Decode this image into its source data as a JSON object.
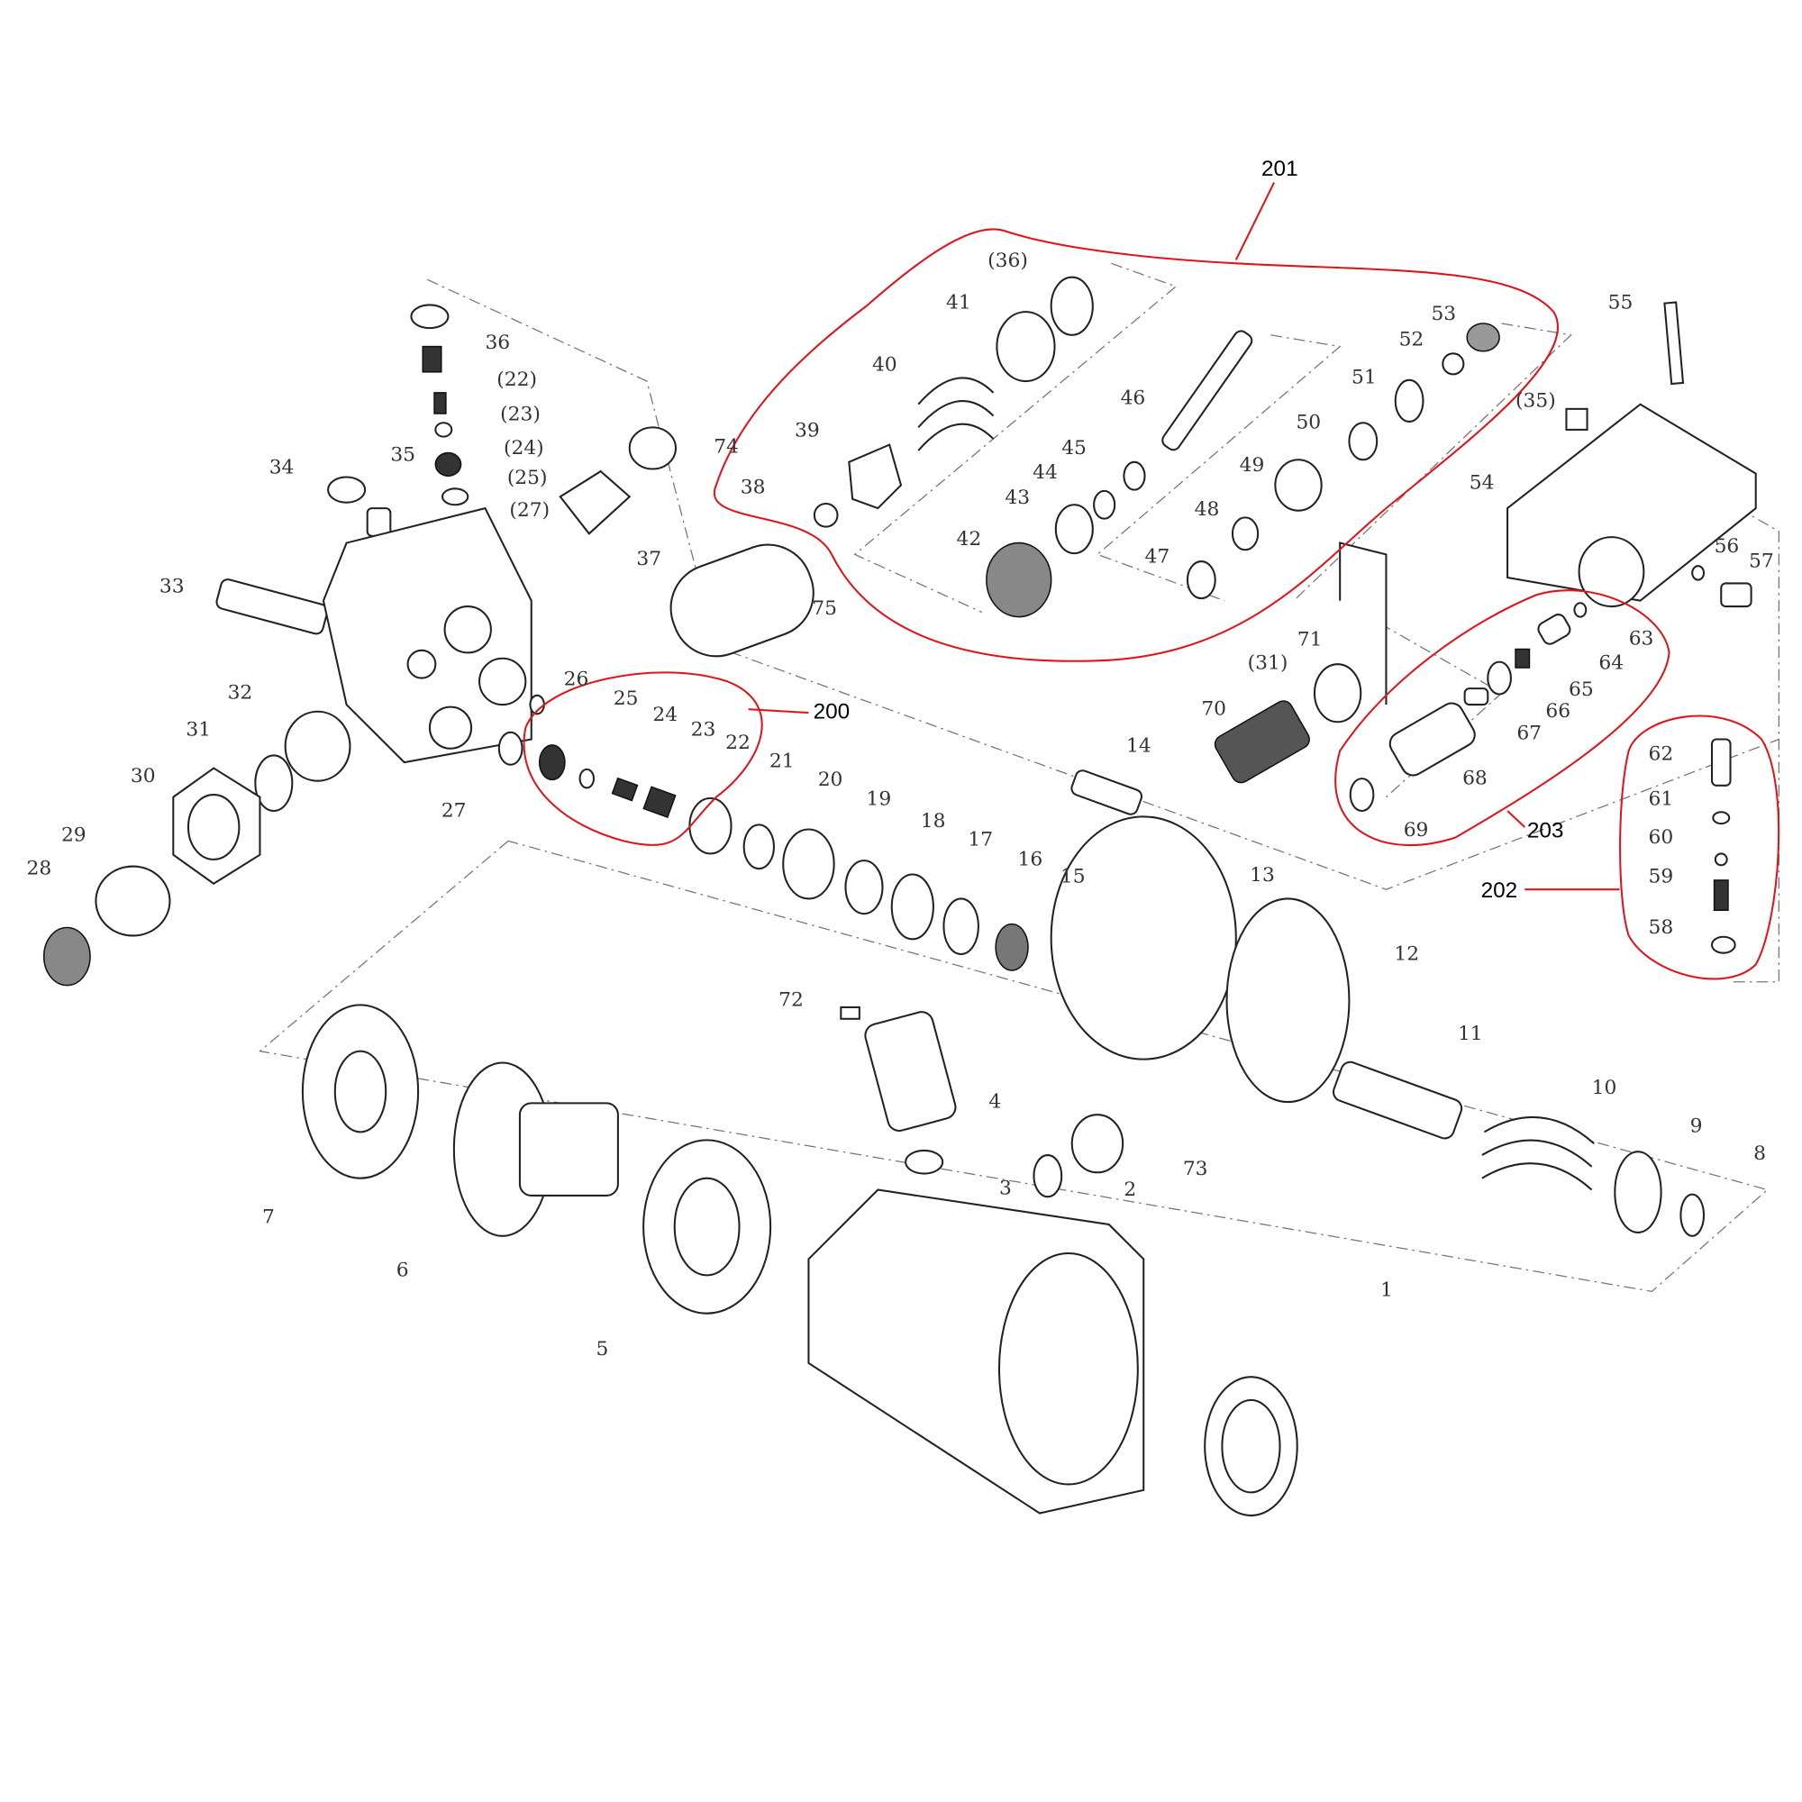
{
  "group_labels": [
    "201",
    "200",
    "203",
    "202"
  ],
  "part_labels": [
    "36",
    "(22)",
    "(23)",
    "(24)",
    "(25)",
    "(27)",
    "34",
    "35",
    "74",
    "37",
    "33",
    "32",
    "31",
    "30",
    "29",
    "28",
    "26",
    "27",
    "25",
    "24",
    "23",
    "22",
    "21",
    "20",
    "19",
    "18",
    "17",
    "16",
    "15",
    "14",
    "13",
    "12",
    "11",
    "10",
    "9",
    "8",
    "7",
    "6",
    "5",
    "4",
    "3",
    "73",
    "2",
    "1",
    "72",
    "75",
    "(36)",
    "41",
    "40",
    "39",
    "38",
    "46",
    "45",
    "44",
    "43",
    "42",
    "53",
    "52",
    "51",
    "50",
    "49",
    "48",
    "47",
    "55",
    "(35)",
    "54",
    "56",
    "57",
    "63",
    "64",
    "65",
    "66",
    "67",
    "68",
    "69",
    "70",
    "71",
    "(31)",
    "62",
    "61",
    "60",
    "59",
    "58"
  ],
  "colors": {
    "group_outline": "#e0151b",
    "line": "#222222"
  }
}
